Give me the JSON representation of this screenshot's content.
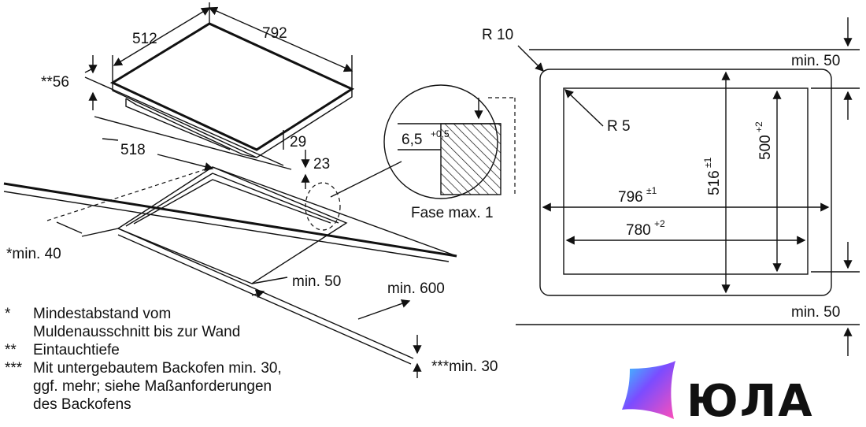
{
  "dimensions": {
    "hob_depth": "512",
    "hob_width": "792",
    "immersion_depth": "**56",
    "cutout_depth": "518",
    "hob_thickness": "29",
    "glass_height": "23",
    "wall_min": "*min. 40",
    "front_min": "min. 50",
    "cabinet_min": "min. 600",
    "oven_min": "***min. 30",
    "detail_chamfer_value": "6,5",
    "detail_chamfer_tol": "+0,5",
    "detail_caption": "Fase max. 1",
    "corner_outer_radius": "R 10",
    "corner_inner_radius": "R 5",
    "top_min": "min. 50",
    "bottom_min": "min. 50",
    "width_outer": "796",
    "width_outer_tol": "±1",
    "width_inner": "780",
    "width_inner_tol": "+2",
    "depth_outer": "516",
    "depth_outer_tol": "±1",
    "depth_inner": "500",
    "depth_inner_tol": "+2"
  },
  "notes": [
    {
      "mark": "*",
      "lines": [
        "Mindestabstand vom",
        "Muldenausschnitt bis zur Wand"
      ]
    },
    {
      "mark": "**",
      "lines": [
        "Eintauchtiefe"
      ]
    },
    {
      "mark": "***",
      "lines": [
        "Mit untergebautem Backofen min. 30,",
        "ggf. mehr; siehe Maßanforderungen",
        "des Backofens"
      ]
    }
  ],
  "logo": {
    "text": "ЮЛА",
    "gradient": [
      "#7b4cff",
      "#ff4fb8",
      "#2fd6ff"
    ]
  }
}
